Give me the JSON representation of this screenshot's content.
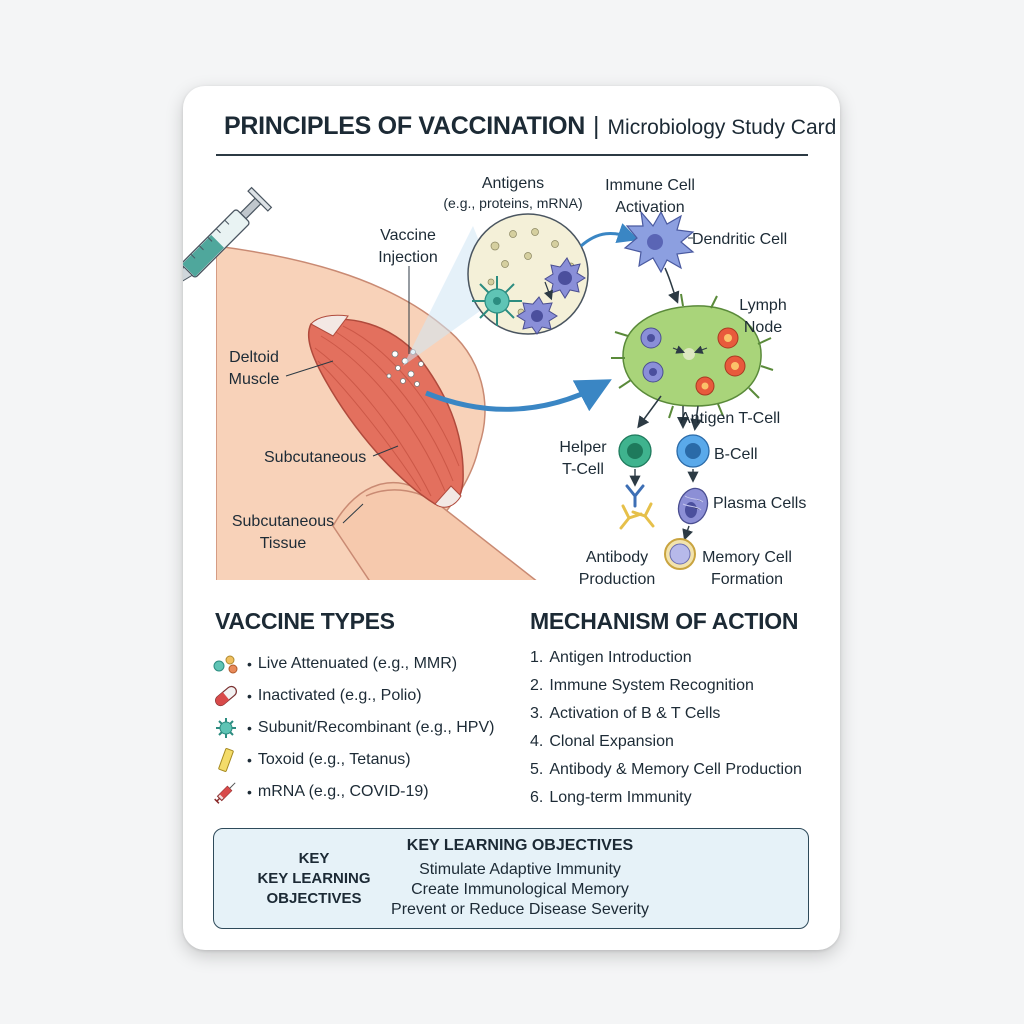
{
  "header": {
    "title": "PRINCIPLES OF VACCINATION",
    "separator": "|",
    "subtitle": "Microbiology Study Card"
  },
  "diagram": {
    "labels": {
      "antigens_1": "Antigens",
      "antigens_2": "(e.g., proteins, mRNA)",
      "immune_activation_1": "Immune Cell",
      "immune_activation_2": "Activation",
      "vaccine_injection_1": "Vaccine",
      "vaccine_injection_2": "Injection",
      "dendritic_cell": "Dendritic Cell",
      "lymph_node_1": "Lymph",
      "lymph_node_2": "Node",
      "deltoid_1": "Deltoid",
      "deltoid_2": "Muscle",
      "antigen_tcell": "Antigen T-Cell",
      "helper_1": "Helper",
      "helper_2": "T-Cell",
      "bcell": "B-Cell",
      "subcutaneous": "Subcutaneous",
      "plasma_cells": "Plasma Cells",
      "subcut_tissue_1": "Subcutaneous",
      "subcut_tissue_2": "Tissue",
      "antibody_1": "Antibody",
      "antibody_2": "Production",
      "memory_1": "Memory Cell",
      "memory_2": "Formation"
    },
    "colors": {
      "skin": "#f8d2b9",
      "muscle": "#e3705e",
      "lymph_node": "#a9d47a",
      "helper_t": "#2a9d77",
      "b_cell": "#3d8fd8",
      "plasma": "#8c8fd6",
      "dendritic": "#8c9fe0",
      "arrow": "#3a86c4"
    }
  },
  "vaccine_types": {
    "title": "VACCINE TYPES",
    "items": [
      {
        "icon": "virus-cluster-icon",
        "label": "Live Attenuated (e.g., MMR)"
      },
      {
        "icon": "capsule-icon",
        "label": "Inactivated (e.g., Polio)"
      },
      {
        "icon": "virus-icon",
        "label": "Subunit/Recombinant (e.g., HPV)"
      },
      {
        "icon": "toxoid-bar-icon",
        "label": "Toxoid (e.g., Tetanus)"
      },
      {
        "icon": "syringe-icon",
        "label": "mRNA (e.g., COVID-19)"
      }
    ]
  },
  "mechanism": {
    "title": "MECHANISM OF ACTION",
    "items": [
      {
        "num": "1.",
        "label": "Antigen Introduction"
      },
      {
        "num": "2.",
        "label": "Immune System Recognition"
      },
      {
        "num": "3.",
        "label": "Activation of B & T Cells"
      },
      {
        "num": "4.",
        "label": "Clonal Expansion"
      },
      {
        "num": "5.",
        "label": "Antibody & Memory Cell Production"
      },
      {
        "num": "6.",
        "label": "Long-term Immunity"
      }
    ]
  },
  "objectives": {
    "left_1": "KEY",
    "left_2": "KEY LEARNING",
    "left_3": "OBJECTIVES",
    "heading": "KEY LEARNING OBJECTIVES",
    "items": [
      "Stimulate Adaptive Immunity",
      "Create Immunological Memory",
      "Prevent or Reduce Disease Severity"
    ]
  }
}
